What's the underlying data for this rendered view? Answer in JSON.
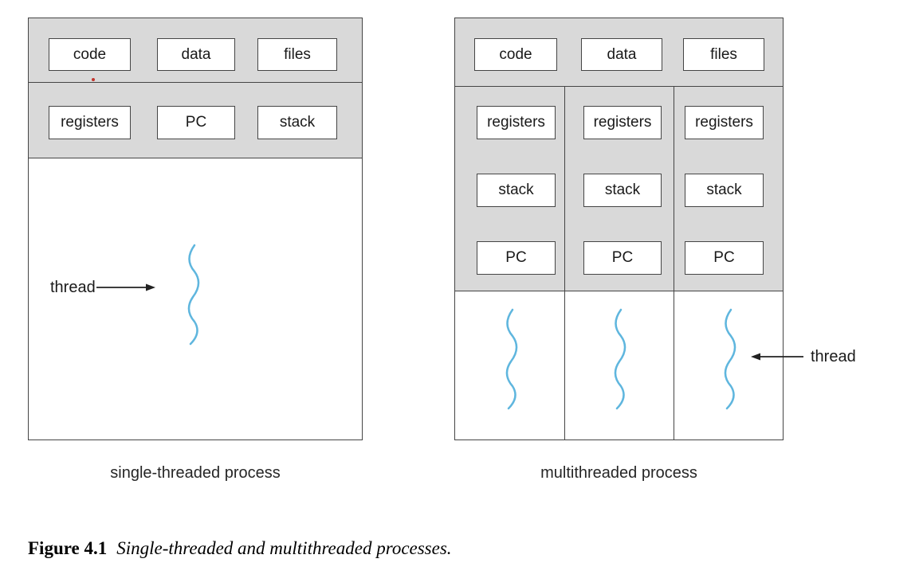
{
  "left_process": {
    "shared_boxes": [
      "code",
      "data",
      "files"
    ],
    "context_boxes": [
      "registers",
      "PC",
      "stack"
    ],
    "thread_label": "thread",
    "caption": "single-threaded process"
  },
  "right_process": {
    "shared_boxes": [
      "code",
      "data",
      "files"
    ],
    "thread_columns": [
      {
        "boxes": [
          "registers",
          "stack",
          "PC"
        ]
      },
      {
        "boxes": [
          "registers",
          "stack",
          "PC"
        ]
      },
      {
        "boxes": [
          "registers",
          "stack",
          "PC"
        ]
      }
    ],
    "thread_label": "thread",
    "caption": "multithreaded process"
  },
  "figure_caption": {
    "label": "Figure 4.1",
    "text": "Single-threaded and multithreaded processes."
  },
  "colors": {
    "band_fill": "#d9d9d9",
    "box_border": "#454545",
    "thread_stroke": "#5fb6de",
    "text": "#1a1a1a"
  }
}
